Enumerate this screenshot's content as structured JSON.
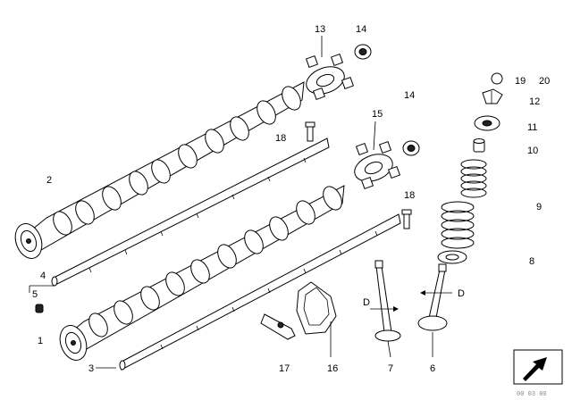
{
  "callouts": {
    "c1": "1",
    "c2": "2",
    "c3": "3",
    "c4": "4",
    "c5": "5",
    "c6": "6",
    "c7": "7",
    "c8": "8",
    "c9": "9",
    "c10": "10",
    "c11": "11",
    "c12": "12",
    "c13": "13",
    "c14a": "14",
    "c14b": "14",
    "c15": "15",
    "c16": "16",
    "c17": "17",
    "c18a": "18",
    "c18b": "18",
    "c19": "19",
    "c20": "20",
    "dA": "D",
    "dB": "D"
  },
  "drawing_code": "00 03 00"
}
